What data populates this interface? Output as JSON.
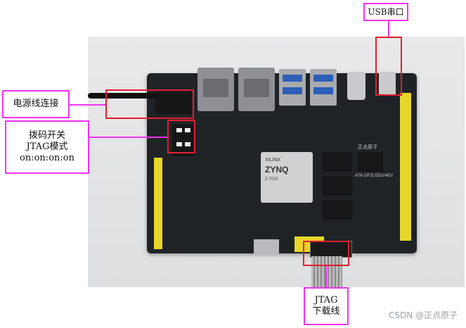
{
  "labels": {
    "usb_serial": "USB串口",
    "power_connect": "电源线连接",
    "dip_switch_line1": "拨码开关",
    "dip_switch_line2": "JTAG模式",
    "dip_switch_line3": "on:on:on:on",
    "jtag_line1": "JTAG",
    "jtag_line2": "下载线"
  },
  "chip": {
    "brand": "XILINX",
    "name": "ZYNQ",
    "sub": "Z-7020"
  },
  "board": {
    "brand_text": "正点原子",
    "model_text": "ATK-DFZU2EG/4EV"
  },
  "watermark": "CSDN @正点原子",
  "colors": {
    "callout_red": "#e01f2f",
    "label_magenta": "#ef34ef",
    "pcb": "#1f2326",
    "header_yellow": "#e8d629",
    "usb_blue": "#2d5fb8"
  }
}
